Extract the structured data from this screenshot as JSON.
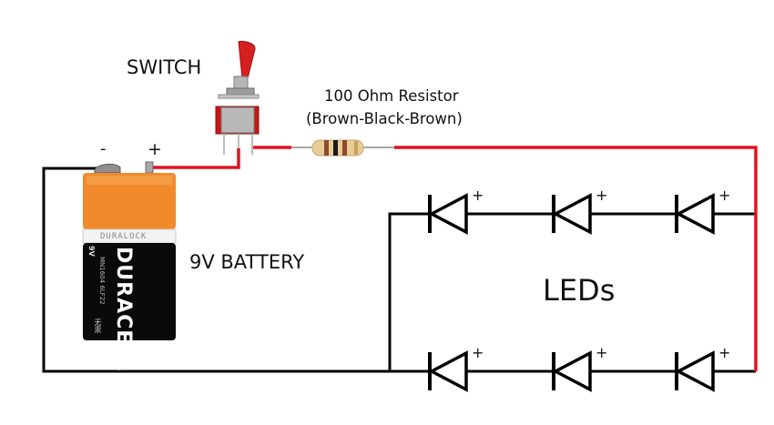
{
  "diagram": {
    "title": "9V Battery LED Circuit",
    "colors": {
      "positive_wire": "#e0141e",
      "negative_wire": "#000000",
      "battery_top": "#f08a2a",
      "battery_body": "#0a0a0a",
      "switch_red": "#cc1a1a"
    },
    "labels": {
      "switch": "SWITCH",
      "resistor_line1": "100 Ohm Resistor",
      "resistor_line2": "(Brown-Black-Brown)",
      "battery_negative": "-",
      "battery_positive": "+",
      "battery": "9V BATTERY",
      "leds": "LEDs",
      "led_polarity": "+"
    },
    "battery": {
      "band_text": "DURALOCK",
      "brand_text": "DURACELL",
      "side_text_1": "9V",
      "side_text_2": "MN1604   6LF22",
      "side_text_3": "无汞"
    },
    "resistor": {
      "value": "100 Ohm",
      "bands": [
        "#8b4a2b",
        "#1a1a1a",
        "#8b4a2b",
        "#c8a25a"
      ]
    },
    "led_rows": [
      {
        "name": "top",
        "count": 3
      },
      {
        "name": "bottom",
        "count": 3
      }
    ]
  }
}
